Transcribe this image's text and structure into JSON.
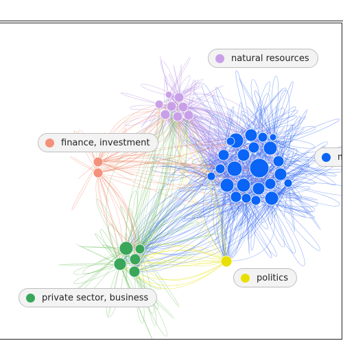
{
  "categories": [
    {
      "key": "natural",
      "label": "natural resources",
      "color": "#c9a0e8",
      "count": 8
    },
    {
      "key": "finance",
      "label": "finance, investment",
      "color": "#f4917a",
      "count": 2
    },
    {
      "key": "media",
      "label": "m",
      "color": "#0a64f5",
      "count": 30
    },
    {
      "key": "private",
      "label": "private sector, business",
      "color": "#3aa65a",
      "count": 6
    },
    {
      "key": "politics",
      "label": "politics",
      "color": "#e8e000",
      "count": 1
    }
  ],
  "edge_colors": {
    "natural": "#b48ae0",
    "finance": "#f08060",
    "media": "#3b6df0",
    "private": "#6fbf5f",
    "politics": "#e6e200"
  }
}
